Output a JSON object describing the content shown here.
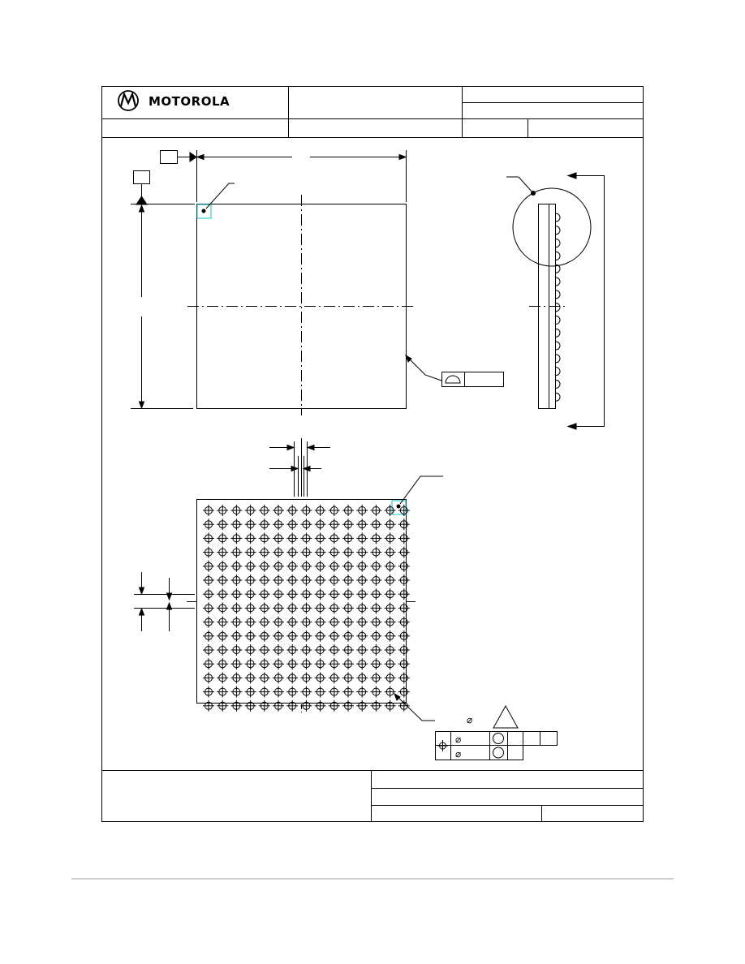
{
  "title_block": {
    "company": "MOTOROLA",
    "logo_icon": "motorola-batwing-logo"
  },
  "symbols": {
    "diameter": "⌀",
    "position_icon": "position-tolerance-icon",
    "profile_icon": "profile-of-surface-icon",
    "note_flag_icon": "triangle-note-flag-icon"
  },
  "ball_grid": {
    "rows": 15,
    "cols": 15
  },
  "colors": {
    "line": "#000000",
    "highlight": "#00c8d4",
    "footer_rule": "#cfcfcf"
  }
}
